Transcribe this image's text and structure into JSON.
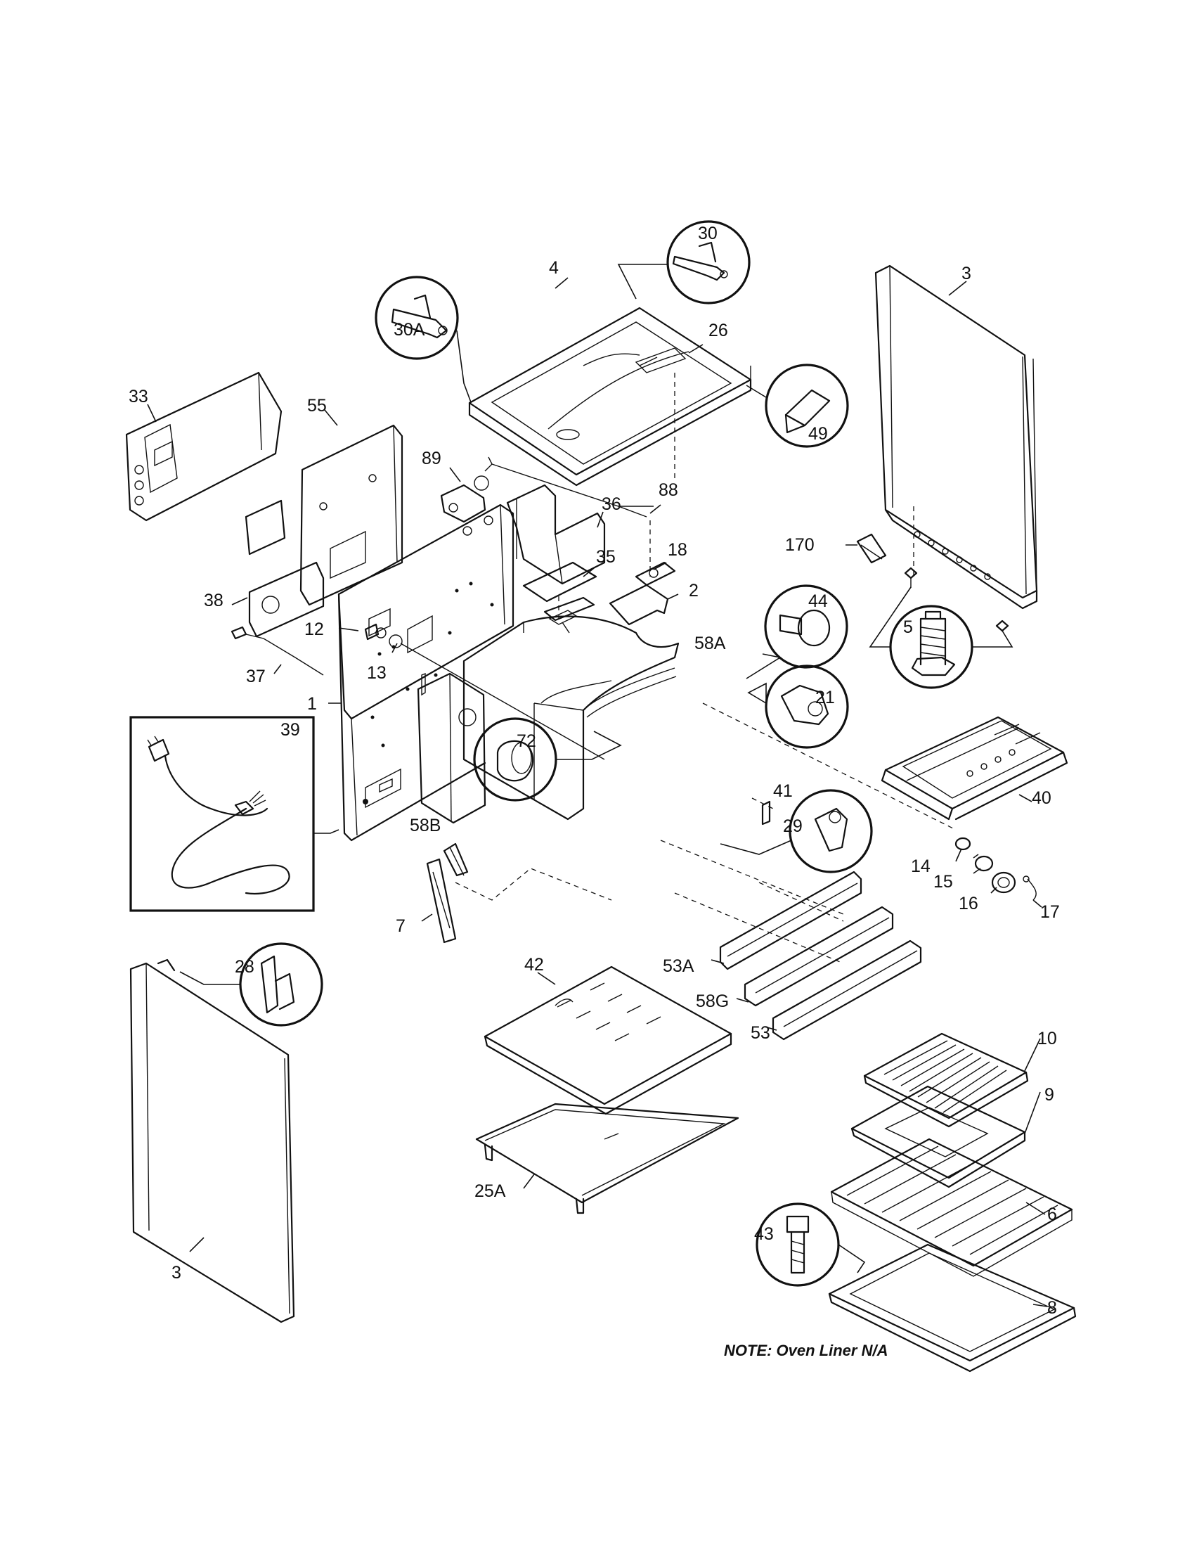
{
  "parts": {
    "p1": "1",
    "p2": "2",
    "p3a": "3",
    "p3b": "3",
    "p4": "4",
    "p5": "5",
    "p6": "6",
    "p7": "7",
    "p8": "8",
    "p9": "9",
    "p10": "10",
    "p12": "12",
    "p13": "13",
    "p14": "14",
    "p15": "15",
    "p16": "16",
    "p17": "17",
    "p18": "18",
    "p21": "21",
    "p25a": "25A",
    "p26": "26",
    "p28": "28",
    "p29": "29",
    "p30": "30",
    "p30a": "30A",
    "p33": "33",
    "p35": "35",
    "p36": "36",
    "p37": "37",
    "p38": "38",
    "p39": "39",
    "p40": "40",
    "p41": "41",
    "p42": "42",
    "p43": "43",
    "p44": "44",
    "p49": "49",
    "p53": "53",
    "p53a": "53A",
    "p55": "55",
    "p58a": "58A",
    "p58b": "58B",
    "p58g": "58G",
    "p72": "72",
    "p88": "88",
    "p89": "89",
    "p170": "170"
  },
  "note": "NOTE: Oven Liner N/A"
}
